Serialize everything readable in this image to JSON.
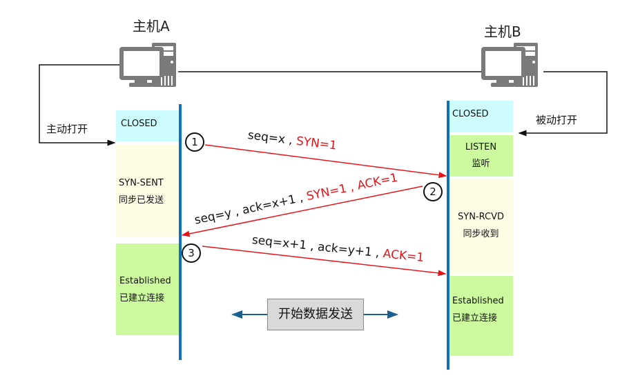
{
  "hosts": {
    "a": {
      "title": "主机A",
      "icon": "computer-icon"
    },
    "b": {
      "title": "主机B",
      "icon": "computer-icon"
    }
  },
  "open_labels": {
    "active": "主动打开",
    "passive": "被动打开"
  },
  "client_states": [
    {
      "line1": "CLOSED",
      "line2": ""
    },
    {
      "line1": "SYN-SENT",
      "line2": "同步已发送"
    },
    {
      "line1": "Established",
      "line2": "已建立连接"
    }
  ],
  "server_states": [
    {
      "line1": "CLOSED",
      "line2": ""
    },
    {
      "line1": "LISTEN",
      "line2": "监听"
    },
    {
      "line1": "SYN-RCVD",
      "line2": "同步收到"
    },
    {
      "line1": "Established",
      "line2": "已建立连接"
    }
  ],
  "messages": [
    {
      "step": "1",
      "text": "seq=x , ",
      "red": "SYN=1"
    },
    {
      "step": "2",
      "text": "seq=y , ack=x+1 , ",
      "red": "SYN=1 , ACK=1"
    },
    {
      "step": "3",
      "text": "seq=x+1 , ack=y+1 , ",
      "red": "ACK=1"
    }
  ],
  "data_transfer": {
    "label": "开始数据发送"
  },
  "colors": {
    "timeline": "#1170b8",
    "message_arrow": "#e8141a",
    "data_arrow": "#1a5f8e",
    "computer": "#7a7a7a"
  }
}
